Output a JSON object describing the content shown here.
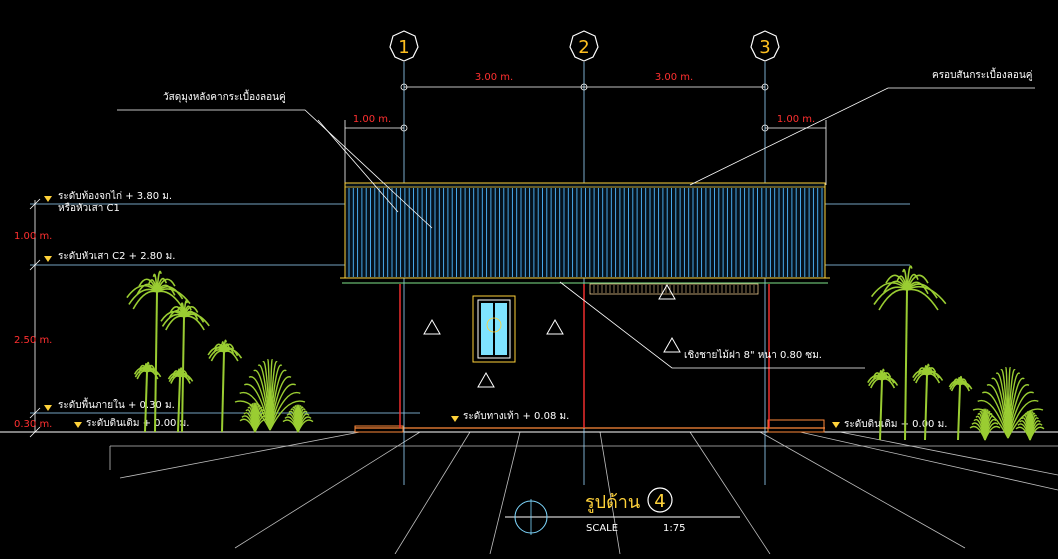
{
  "colors": {
    "background": "#000000",
    "grid_line": "#9ad8ff",
    "roof": "#4fb8ff",
    "column": "#ff3030",
    "window": "#7fe3ff",
    "tree": "#9acd32",
    "ground": "#ffffff",
    "level_marker": "#ffd23a"
  },
  "gridlines": [
    {
      "label": "1"
    },
    {
      "label": "2"
    },
    {
      "label": "3"
    }
  ],
  "dimensions": {
    "span_left": "3.00 m.",
    "span_right": "3.00 m.",
    "overhang_left": "1.00 m.",
    "overhang_right": "1.00 m.",
    "vertical_top": "1.00 m.",
    "vertical_mid": "2.50 m.",
    "vertical_bottom": "0.30 m."
  },
  "levels": {
    "ridge": "ระดับท้องจกไก่ + 3.80 ม.",
    "ridge_sub": "หรือหัวเสา C1",
    "column_top": "ระดับหัวเสา C2 + 2.80 ม.",
    "floor": "ระดับพื้นภายใน + 0.30 ม.",
    "ground_left": "ระดับดินเดิม + 0.00 ม.",
    "ground_right": "ระดับดินเดิม + 0.00 ม.",
    "walkway": "ระดับทางเท้า + 0.08 ม."
  },
  "callouts": {
    "roof_material": "วัสดุมุงหลังคากระเบื้องลอนคู่",
    "ridge_cap": "ครอบสันกระเบื้องลอนคู่",
    "fascia": "เชิงชายไม้ฝา 8\" หนา 0.80 ซม."
  },
  "title": {
    "main": "รูปด้าน",
    "number": "4",
    "scale_label": "SCALE",
    "scale_value": "1:75"
  }
}
